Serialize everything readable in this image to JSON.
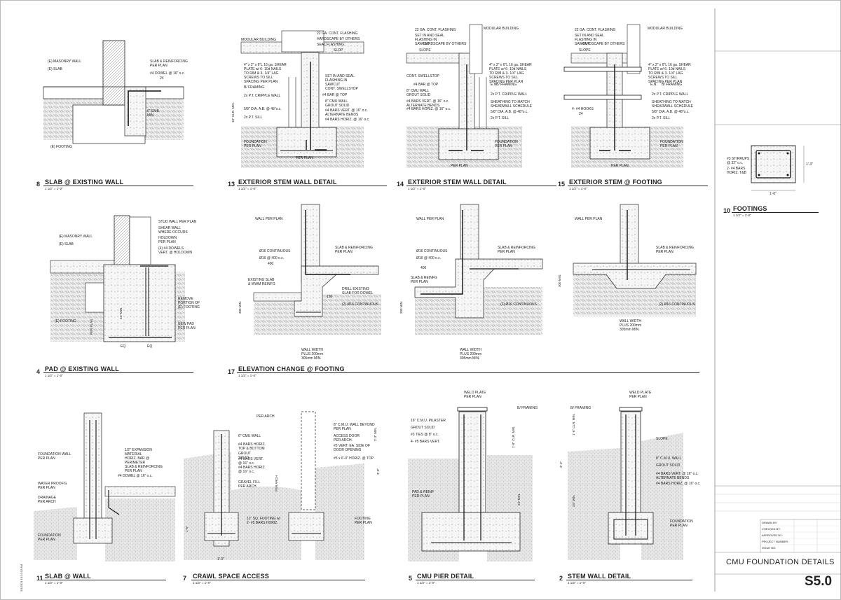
{
  "sheet": {
    "title": "CMU FOUNDATION DETAILS",
    "number": "S5.0",
    "plot_stamp": "2/1/2021 10:22:02 AM",
    "titleblock_fields": [
      "DRAWN BY:",
      "CHECKED BY:",
      "APPROVED BY:",
      "PROJECT NUMBER:",
      "ISSUE NO:"
    ]
  },
  "details": [
    {
      "key": "d8",
      "num": "8",
      "title": "SLAB @ EXISTING WALL",
      "scale": "1 1/2\" = 1'-0\"",
      "notes": [
        "(E) MASONRY WALL",
        "(E) SLAB",
        "SLAB & REINFORCING\nPER PLAN",
        "#4 DOWEL @ 16\" o.c.",
        "24",
        "(E) FOOTING",
        "6\" EMB.\nMIN."
      ]
    },
    {
      "key": "d13",
      "num": "13",
      "title": "EXTERIOR STEM WALL DETAIL",
      "scale": "1 1/2\" = 1'-0\"",
      "notes": [
        "MODULAR BUILDING",
        "22 GA. CONT. FLASHING",
        "HARDSCAPE BY OTHERS",
        "SEAL FLASHING",
        "SLOP",
        "4\" x 2\" x 6\"L 16 ga. SHEAR\nPLATE w/ 6- 10d NAILS\nTO RIM & 3- 1/4\" LAG\nSCREWS TO SILL\nSPACING PER PLAN",
        "B/ FRAMING",
        "SET IN AND SEAL\nFLASHING IN\nSAWCUT",
        "CONT. SWELLSTOP",
        "2x P.T. CRIPPLE WALL",
        "#4 BAR @ TOP",
        "8\" CMU WALL\nGROUT SOLID",
        "5/8\" DIA. A.B. @ 48\"o.c.",
        "#4 BARS VERT. @ 16\" o.c.\nALTERNATE BENDS",
        "2x P.T. SILL",
        "#4 BARS HORIZ. @ 16\" o.c.",
        "FOUNDATION\nPER PLAN",
        "PER PLAN",
        "18\" CLR. MIN."
      ]
    },
    {
      "key": "d14",
      "num": "14",
      "title": "EXTERIOR STEM WALL DETAIL",
      "scale": "1 1/2\" = 1'-0\"",
      "notes": [
        "22 GA. CONT. FLASHING",
        "MODULAR BUILDING",
        "SET IN AND SEAL\nFLASHING IN\nSAWCUT",
        "HARDSCAPE BY OTHERS",
        "SLOPE",
        "4\" x 2\" x 6\"L 16 ga. SHEAR\nPLATE w/ 6- 10d NAILS\nTO RIM & 3- 1/4\" LAG\nSCREWS TO SILL\nSPACING PER PLAN",
        "E.N.",
        "B/ FRAMING",
        "CONT. SWELLSTOP",
        "#4 BAR @ TOP",
        "8\" CMU WALL\nGROUT SOLID",
        "#4 BARS VERT. @ 16\" o.c.\nALTERNATE BENDS",
        "#4 BARS HORIZ. @ 16\" o.c.",
        "2x P.T. CRIPPLE WALL",
        "SHEATHING TO MATCH\nSHEARWALL SCHEDULE",
        "5/8\" DIA. A.B. @ 48\"o.c.",
        "2x P.T. SILL",
        "FOUNDATION\nPER PLAN",
        "PER PLAN"
      ]
    },
    {
      "key": "d15",
      "num": "15",
      "title": "EXTERIOR STEM @ FOOTING",
      "scale": "1 1/2\" = 1'-0\"",
      "notes": [
        "22 GA. CONT. FLASHING",
        "MODULAR BUILDING",
        "SET IN AND SEAL\nFLASHING IN\nSAWCUT",
        "HARDSCAPE BY OTHERS",
        "SLOPE",
        "4\" x 2\" x 6\"L 16 ga. SHEAR\nPLATE w/ 6- 10d NAILS\nTO RIM & 3- 1/4\" LAG\nSCREWS TO SILL\nSPACING PER PLAN",
        "E.N.",
        "B/ FRAMING",
        "2x P.T. CRIPPLE WALL",
        "4- #4 HOOKS",
        "24",
        "SHEATHING TO MATCH\nSHEARWALL SCHEDULE",
        "5/8\" DIA. A.B. @ 48\"o.c.",
        "2x P.T. SILL",
        "FOUNDATION\nPER PLAN",
        "PER PLAN"
      ]
    },
    {
      "key": "d10",
      "num": "10",
      "title": "FOOTINGS",
      "scale": "1 1/2\" = 1'-0\"",
      "notes": [
        "#3 STIRRUPS\n@ 32\" o.c.",
        "2- #4 BARS\nHORIZ. T&B",
        "1'-3\"",
        "1'-0\""
      ]
    },
    {
      "key": "d4",
      "num": "4",
      "title": "PAD @ EXISTING WALL",
      "scale": "1 1/2\" = 1'-0\"",
      "notes": [
        "STUD WALL PER PLAN",
        "SHEAR WALL\nWHERE OCCURS",
        "(E) MASONRY WALL",
        "HOLDOWN\nPER PLAN",
        "(E) SLAB",
        "(4) #4 DOWELS\nVERT. @ HOLDOWN",
        "REMOVE\nPORTION OF\n(E) FOOTING",
        "(E) FOOTING",
        "NEW PAD\nPER PLAN",
        "EQ",
        "EQ",
        "PER PLAN",
        "24\" MIN."
      ]
    },
    {
      "key": "d17",
      "num": "17",
      "title": "ELEVATION CHANGE @ FOOTING",
      "scale": "1 1/2\" = 1'-0\"",
      "notes": [
        "WALL PER PLAN",
        "SLAB & REINFORCING\nPER PLAN",
        "Ø16 CONTINUOUS",
        "Ø16 @ 400 o.c.",
        "400",
        "EXISTING SLAB\n& WWM REINFG",
        "DRILL EXISTING\nSLAB FOR DOWEL",
        "150",
        "(2) Ø16 CONTINUOUS",
        "300 MIN.",
        "WALL WIDTH\nPLUS 200mm\n305mm MIN.",
        "WALL PER PLAN",
        "SLAB & REINFORCING\nPER PLAN",
        "Ø16 CONTINUOUS",
        "Ø16 @ 400 o.c.",
        "400",
        "SLAB & REINFG\nPER PLAN",
        "(2) Ø16 CONTINUOUS",
        "300 MIN.",
        "WALL WIDTH\nPLUS 200mm\n305mm MIN.",
        "WALL PER PLAN",
        "SLAB & REINFORCING\nPER PLAN",
        "300 MIN.",
        "(2) Ø16 CONTINUOUS",
        "WALL WIDTH\nPLUS 200mm\n305mm MIN."
      ]
    },
    {
      "key": "d11",
      "num": "11",
      "title": "SLAB @ WALL",
      "scale": "1 1/2\" = 1'-0\"",
      "notes": [
        "FOUNDATION WALL\nPER PLAN",
        "1/2\" EXPANSION\nMATERIAL",
        "HORIZ. BAR @\nPERIMETER",
        "SLAB & REINFORCING\nPER PLAN",
        "#4 DOWEL @ 16\" o.c.",
        "WATER PROOF'G\nPER PLAN",
        "DRAINAGE\nPER ARCH",
        "FOUNDATION\nPER PLAN"
      ]
    },
    {
      "key": "d7",
      "num": "7",
      "title": "CRAWL SPACE ACCESS",
      "scale": "1 1/2\" = 1'-0\"",
      "notes": [
        "PER ARCH",
        "6\" CMU WALL",
        "#4 BARS HORIZ.\nTOP & BOTTOM",
        "GROUT\nSOLID",
        "#4 BARS VERT.\n@ 16\" o.c.",
        "#4 BARS HORIZ.\n@ 16\" o.c.",
        "GRAVEL FILL\nPER ARCH",
        "12\" SQ. FOOTING w/\n2- #5 BARS HORIZ.",
        "8\" C.M.U. WALL BEYOND\nPER PLAN",
        "ACCESS DOOR\nPER ARCH.",
        "#5 VERT. EA. SIDE OF\nDOOR OPENING",
        "#5 x 6'-0\" HORIZ. @ TOP",
        "FOOTING\nPER PLAN",
        "2'-3\" MIN.",
        "3'-0\"",
        "PER ARCH",
        "1'-0\"",
        "1'-0\""
      ]
    },
    {
      "key": "d5",
      "num": "5",
      "title": "CMU PIER DETAIL",
      "scale": "1 1/2\" = 1'-0\"",
      "notes": [
        "WELD PLATE\nPER PLAN",
        "B/ FRAMING",
        "16\" C.M.U. PILASTER",
        "GROUT SOLID",
        "#3 TIES @ 8\" o.c.",
        "4- #5 BARS VERT.",
        "PAD & REINF\nPER PLAN",
        "1'-6\" CLR. MIN.",
        "24\" MIN."
      ]
    },
    {
      "key": "d2",
      "num": "2",
      "title": "STEM WALL DETAIL",
      "scale": "1 1/2\" = 1'-0\"",
      "notes": [
        "WELD PLATE\nPER PLAN",
        "B/ FRAMING",
        "SLOPE",
        "8\" C.M.U. WALL",
        "GROUT SOLID",
        "#4 BARS VERT. @ 16\" o.c.\nALTERNATE BENDS",
        "#4 BARS HORIZ. @ 16\" o.c.",
        "FOUNDATION\nPER PLAN",
        "1'-6\" CLR. MIN.",
        "24\" MIN.",
        "3'-4\""
      ]
    }
  ],
  "colors": {
    "line": "#222222",
    "hatch": "#9a9a9a",
    "concrete": "#f2f2f2",
    "rebar": "#111111"
  }
}
